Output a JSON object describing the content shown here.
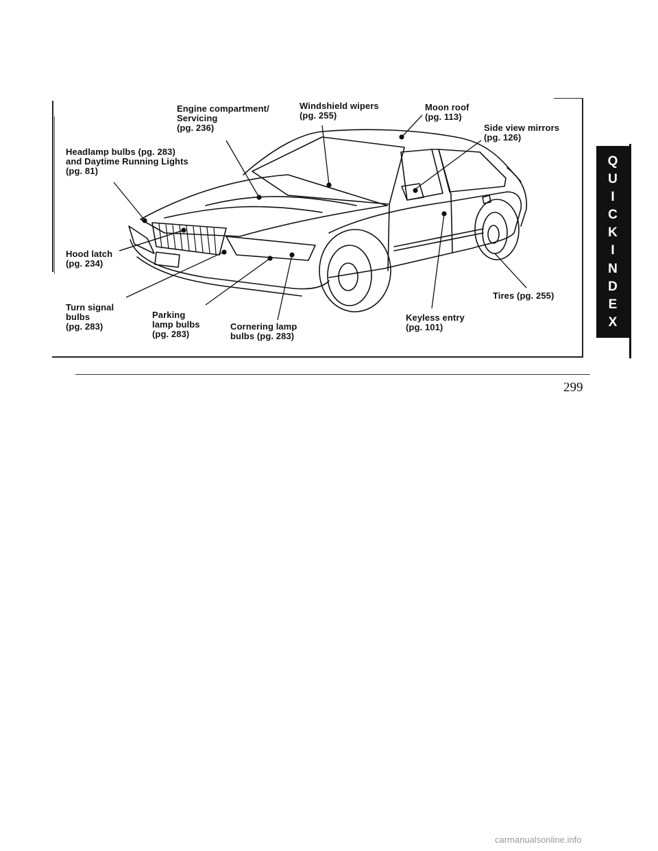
{
  "labels": {
    "engine": "Engine compartment/\nServicing\n(pg. 236)",
    "wipers": "Windshield wipers\n(pg. 255)",
    "moonroof": "Moon roof\n(pg. 113)",
    "mirrors": "Side view mirrors\n(pg. 126)",
    "headlamp": "Headlamp bulbs (pg. 283)\nand Daytime Running Lights\n(pg. 81)",
    "hoodlatch": "Hood latch\n(pg. 234)",
    "turnsignal": "Turn signal\nbulbs\n(pg. 283)",
    "parking": "Parking\nlamp bulbs\n(pg. 283)",
    "cornering": "Cornering lamp\nbulbs (pg. 283)",
    "keyless": "Keyless entry\n(pg. 101)",
    "tires": "Tires (pg. 255)"
  },
  "tab": {
    "letters": [
      "Q",
      "U",
      "I",
      "C",
      "K",
      "I",
      "N",
      "D",
      "E",
      "X"
    ]
  },
  "page_number": "299",
  "watermark": "carmanualsonline.info"
}
